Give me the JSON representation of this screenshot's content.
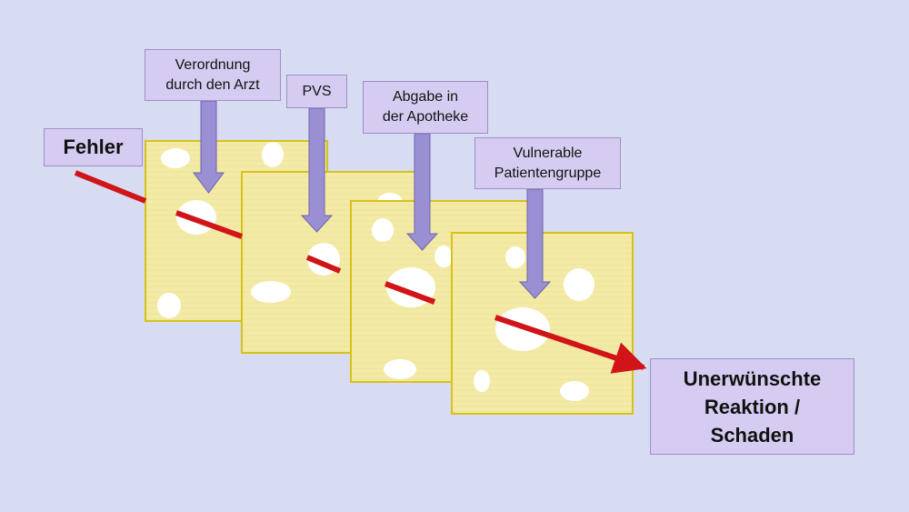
{
  "start_label": "Fehler",
  "end_label": "Unerwünschte\nReaktion /\nSchaden",
  "barriers": [
    {
      "label": "Verordnung\ndurch den Arzt"
    },
    {
      "label": "PVS"
    },
    {
      "label": "Abgabe in\nder Apotheke"
    },
    {
      "label": "Vulnerable\nPatientengruppe"
    }
  ],
  "colors": {
    "background": "#d7dcf3",
    "slice_fill": "#f3eaa6",
    "slice_border": "#d8c21a",
    "hole": "#ffffff",
    "label_box_fill": "#d6ccf1",
    "label_box_border": "#9b90c8",
    "arrow_fill": "#9b8fd4",
    "error_path": "#d01417"
  }
}
